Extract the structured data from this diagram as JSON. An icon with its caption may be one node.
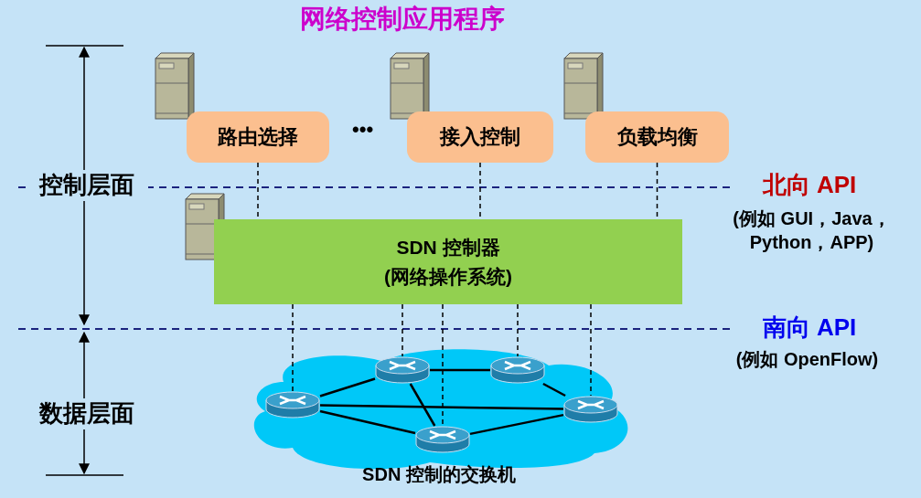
{
  "diagram": {
    "title": "网络控制应用程序",
    "nodes": [
      {
        "text": [
          "路由选择"
        ]
      },
      {
        "text": [
          "接入控制"
        ]
      },
      {
        "text": [
          "负载均衡"
        ]
      },
      {
        "text": [
          "SDN 控制器 (网络操作系统)"
        ]
      },
      {
        "text": [
          "SDN 控制的交换机"
        ]
      },
      {
        "text": [],
        "shape": "cylinder",
        "in": 4
      },
      {
        "text": [],
        "shape": "cylinder",
        "in": 4
      },
      {
        "text": [],
        "shape": "cylinder",
        "in": 4
      },
      {
        "text": [],
        "shape": "cylinder",
        "in": 4
      },
      {
        "text": [],
        "shape": "cylinder",
        "in": 4
      }
    ],
    "edges": [
      {
        "from": 0,
        "to": 3,
        "arrow": "none",
        "style": "dashed"
      },
      {
        "from": 1,
        "to": 3,
        "arrow": "none",
        "style": "dashed"
      },
      {
        "from": 2,
        "to": 3,
        "arrow": "none",
        "style": "dashed"
      },
      {
        "from": 3,
        "to": 5,
        "arrow": "none",
        "style": "dashed"
      },
      {
        "from": 3,
        "to": 6,
        "arrow": "none",
        "style": "dashed"
      },
      {
        "from": 3,
        "to": 9,
        "arrow": "none",
        "style": "dashed"
      },
      {
        "from": 3,
        "to": 7,
        "arrow": "none",
        "style": "dashed"
      },
      {
        "from": 3,
        "to": 8,
        "arrow": "none",
        "style": "dashed"
      },
      {
        "from": 5,
        "to": 6,
        "arrow": "none"
      },
      {
        "from": 6,
        "to": 7,
        "arrow": "none"
      },
      {
        "from": 6,
        "to": 9,
        "arrow": "none"
      },
      {
        "from": 5,
        "to": 8,
        "arrow": "none"
      },
      {
        "from": 5,
        "to": 9,
        "arrow": "none"
      },
      {
        "from": 7,
        "to": 8,
        "arrow": "none"
      },
      {
        "from": 9,
        "to": 8,
        "arrow": "none"
      }
    ],
    "labels": [
      "•••",
      "控制层面",
      "北向 API",
      "(例如 GUI，Java，Python，APP)",
      "南向 API",
      "(例如 OpenFlow)",
      "数据层面"
    ]
  }
}
